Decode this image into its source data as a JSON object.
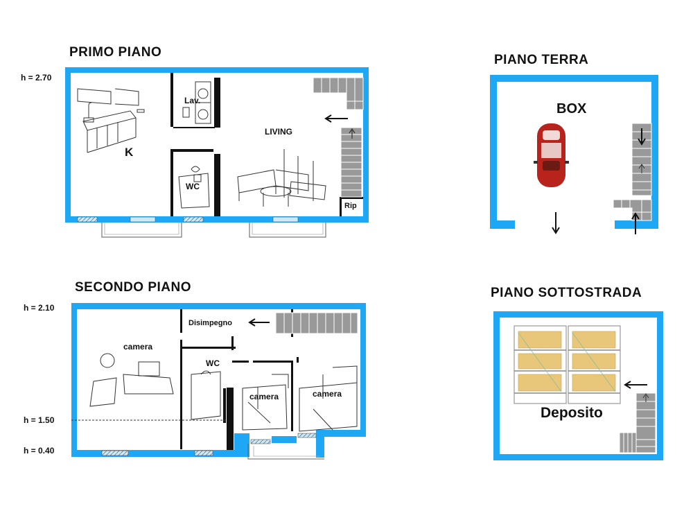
{
  "colors": {
    "wall": "#1ea7f5",
    "inner": "#111111",
    "stair": "#9a9a9a"
  },
  "primo": {
    "title": "PRIMO PIANO",
    "h": "h = 2.70",
    "k": "K",
    "lav": "Lav.",
    "wc": "WC",
    "living": "LIVING",
    "rip": "Rip"
  },
  "terra": {
    "title": "PIANO TERRA",
    "box": "BOX"
  },
  "secondo": {
    "title": "SECONDO  PIANO",
    "h1": "h = 2.10",
    "h2": "h = 1.50",
    "h3": "h = 0.40",
    "camera1": "camera",
    "wc": "WC",
    "disimpegno": "Disimpegno",
    "camera2": "camera",
    "camera3": "camera"
  },
  "sotto": {
    "title": "PIANO SOTTOSTRADA",
    "deposito": "Deposito"
  }
}
